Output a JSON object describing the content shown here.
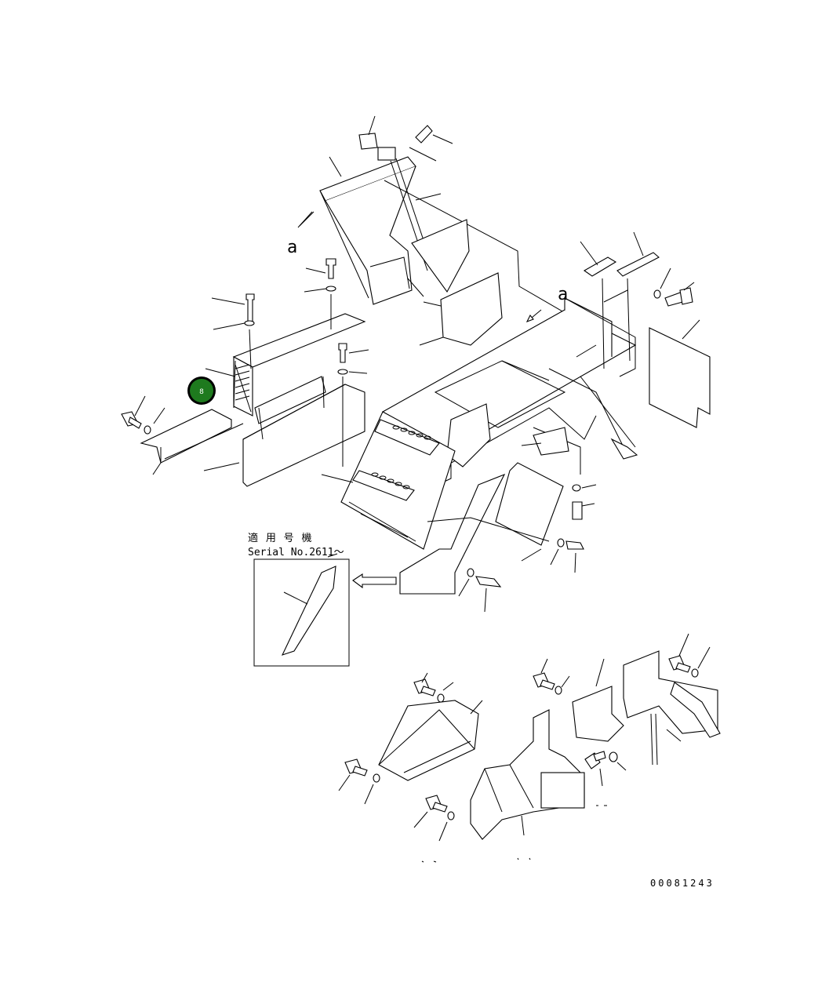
{
  "view_letter_top": "a",
  "view_letter_right": "a",
  "applicable_serial_jp": "適 用 号 機",
  "applicable_serial_en": "Serial No.2611～",
  "callout": {
    "number": "8",
    "color": "#1e7a1e",
    "ring": "#000000"
  },
  "drawing_number": "00081243"
}
